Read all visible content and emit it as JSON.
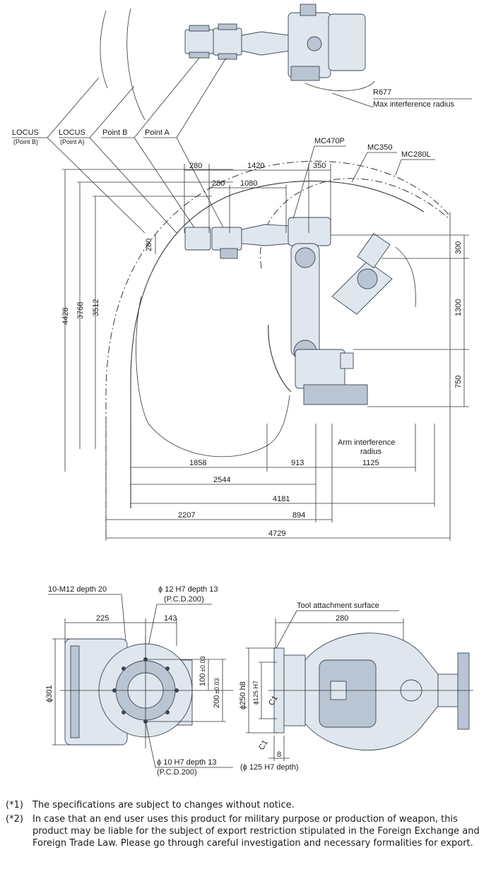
{
  "top_labels": {
    "locus_b": "LOCUS",
    "locus_b_sub": "(Point B)",
    "locus_a": "LOCUS",
    "locus_a_sub": "(Point A)",
    "point_b": "Point B",
    "point_a": "Point A",
    "r677": "R677",
    "max_interference": "Max interference radius",
    "mc470p": "MC470P",
    "mc350": "MC350",
    "mc280l": "MC280L",
    "arm_interference_1": "Arm interference",
    "arm_interference_2": "radius"
  },
  "dimensions": {
    "d280_top": "280",
    "d1420": "1420",
    "d350": "350",
    "d280_mid": "280",
    "d1080": "1080",
    "d280_v": "280",
    "d4428": "4428",
    "d3768": "3768",
    "d3512": "3512",
    "d300": "300",
    "d1300": "1300",
    "d750": "750",
    "d1858": "1858",
    "d913": "913",
    "d1125": "1125",
    "d2544": "2544",
    "d4181": "4181",
    "d2207": "2207",
    "d894": "894",
    "d4729": "4729"
  },
  "flange_labels": {
    "m12": "10-M12 depth 20",
    "phi12": "ϕ 12 H7 depth 13",
    "pcd200_top": "(P.C.D.200)",
    "d225": "225",
    "d143": "143",
    "phi301": "ϕ301",
    "d100": "100",
    "d100_tol": "±0.03",
    "d200": "200",
    "d200_tol": "±0.03",
    "phi10": "ϕ 10 H7 depth 13",
    "pcd200_bot": "(P.C.D.200)",
    "tool_surface": "Tool attachment surface",
    "d280_tool": "280",
    "phi250": "ϕ250 h8",
    "phi125": "ϕ125 H7",
    "c1_a": "C1",
    "c1_b": "C1",
    "d8": "8",
    "phi125_depth": "(ϕ 125 H7 depth)"
  },
  "notes": [
    {
      "mark": "(*1)",
      "text": "The specifications are subject to changes without notice."
    },
    {
      "mark": "(*2)",
      "text": "In case that an end user uses this product for military purpose or production of weapon, this product may be liable for the subject of export restriction stipulated in the Foreign Exchange and Foreign Trade Law. Please go through careful investigation and necessary formalities for export."
    }
  ]
}
